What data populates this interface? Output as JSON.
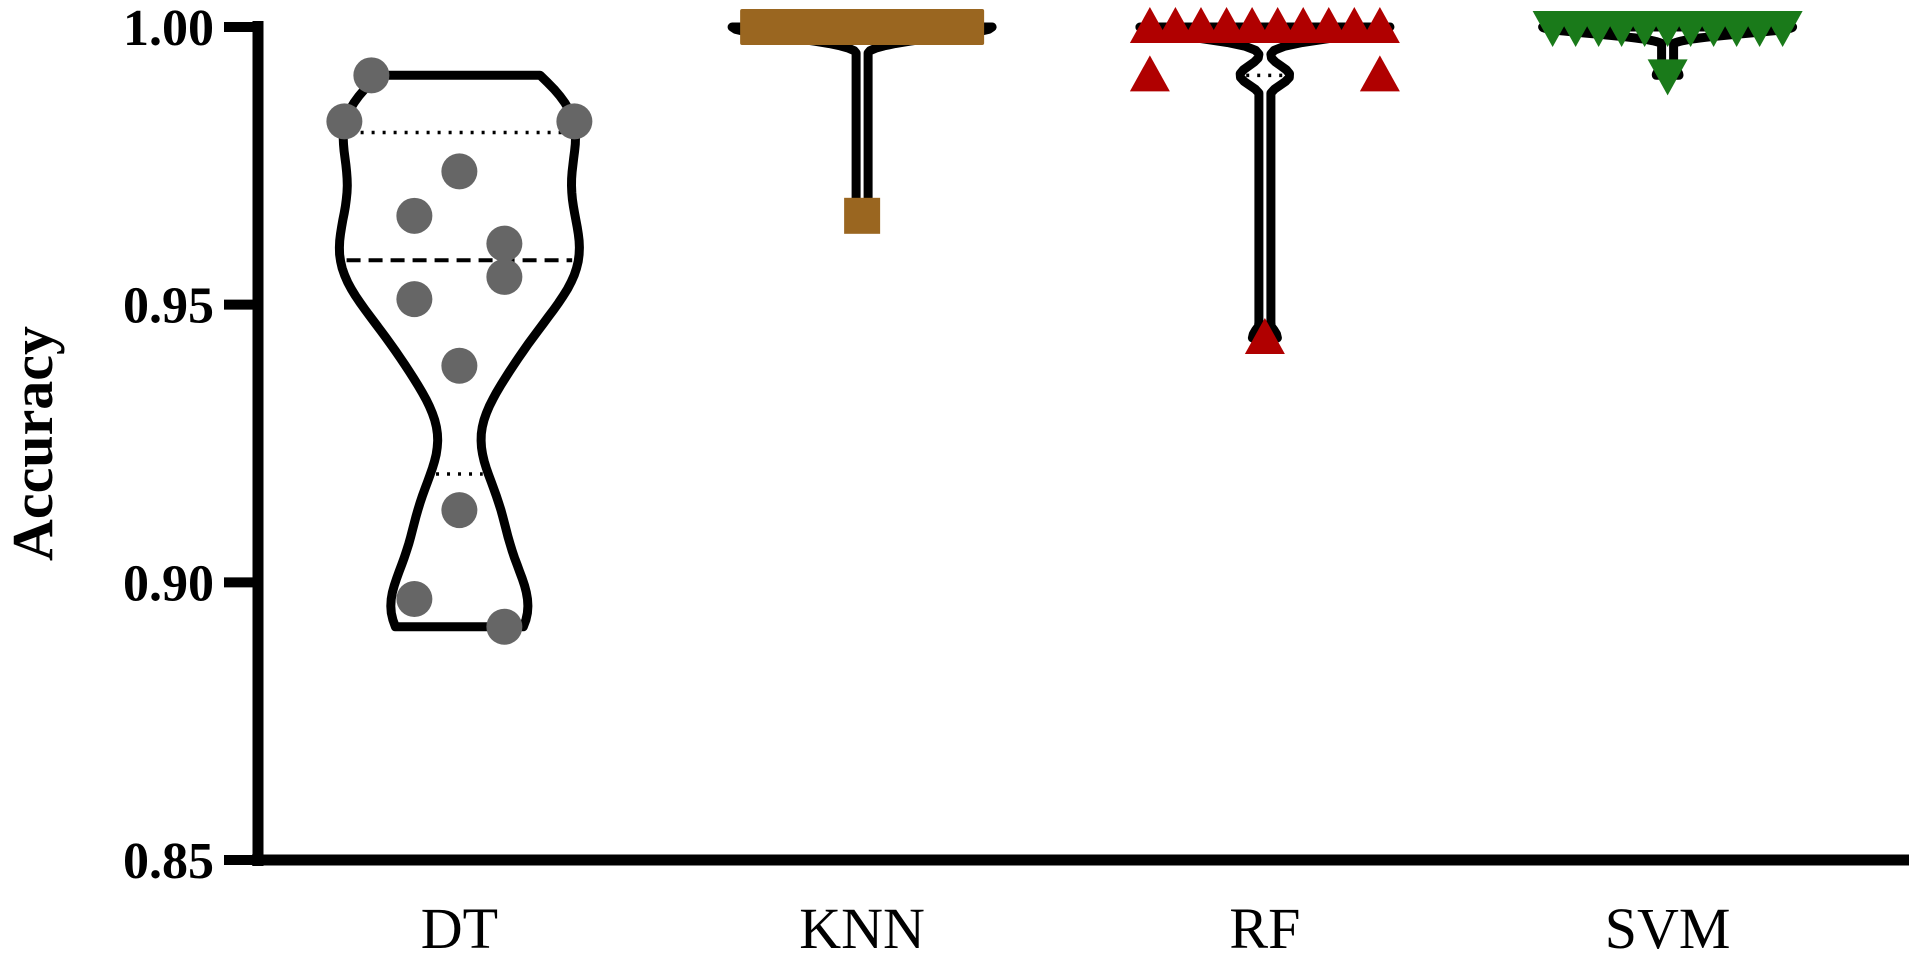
{
  "chart_data": {
    "type": "violin",
    "title": "",
    "xlabel": "",
    "ylabel": "Accuracy",
    "ylim": [
      0.85,
      1.0
    ],
    "yticks": [
      "0.85",
      "0.90",
      "0.95",
      "1.00"
    ],
    "categories": [
      "DT",
      "KNN",
      "RF",
      "SVM"
    ],
    "legend": "none",
    "grid": false,
    "series": [
      {
        "category": "DT",
        "marker": "circle",
        "color": "#666666",
        "points": [
          0.9913,
          0.983,
          0.983,
          0.974,
          0.966,
          0.961,
          0.955,
          0.951,
          0.939,
          0.913,
          0.897,
          0.892
        ],
        "median": 0.958,
        "q1": 0.9195,
        "q3": 0.981,
        "min": 0.892,
        "max": 0.9913
      },
      {
        "category": "KNN",
        "marker": "square",
        "color": "#9a6620",
        "points": [
          1.0,
          1.0,
          1.0,
          1.0,
          1.0,
          1.0,
          1.0,
          1.0,
          1.0,
          1.0,
          1.0,
          0.966
        ],
        "median": 1.0,
        "q1": 1.0,
        "q3": 1.0,
        "min": 0.966,
        "max": 1.0
      },
      {
        "category": "RF",
        "marker": "triangle-up",
        "color": "#b00000",
        "points": [
          1.0,
          1.0,
          1.0,
          1.0,
          1.0,
          1.0,
          1.0,
          1.0,
          1.0,
          1.0,
          0.9913,
          0.9913,
          0.944
        ],
        "median": 1.0,
        "q1": 0.9913,
        "q3": 1.0,
        "min": 0.944,
        "max": 1.0
      },
      {
        "category": "SVM",
        "marker": "triangle-down",
        "color": "#1a7a1a",
        "points": [
          1.0,
          1.0,
          1.0,
          1.0,
          1.0,
          1.0,
          1.0,
          1.0,
          1.0,
          1.0,
          1.0,
          0.9913
        ],
        "median": 1.0,
        "q1": 1.0,
        "q3": 1.0,
        "min": 0.9913,
        "max": 1.0
      }
    ]
  }
}
